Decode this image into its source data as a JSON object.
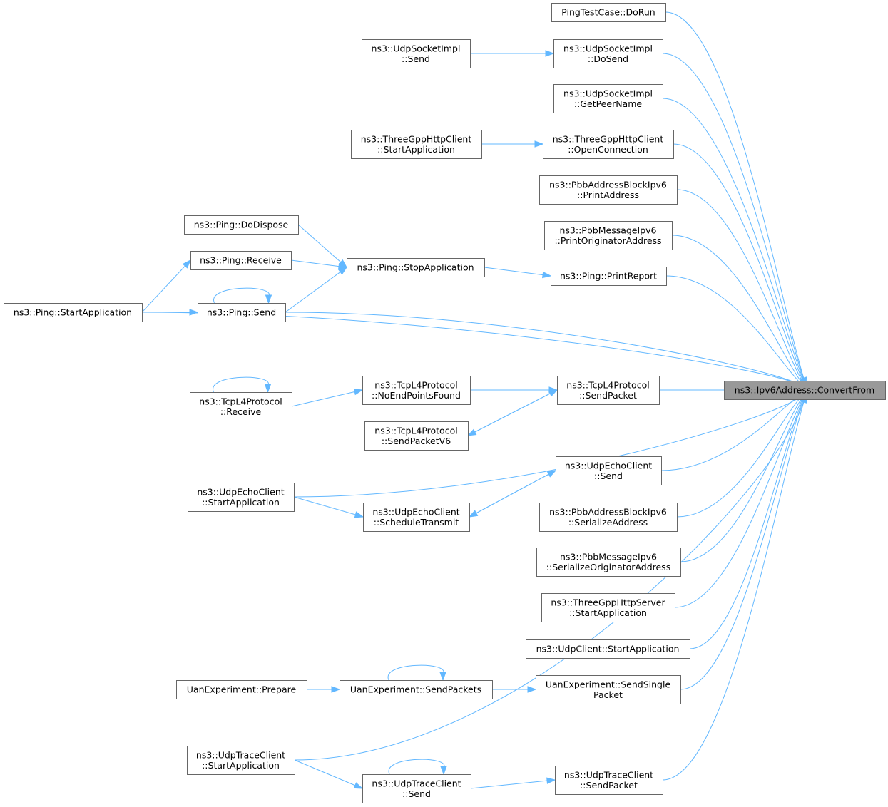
{
  "colors": {
    "edge": "#63b8ff",
    "node_border": "#666666",
    "target_fill": "#999999",
    "node_fill": "#ffffff"
  },
  "nodes": {
    "convertfrom": [
      "ns3::Ipv6Address::ConvertFrom"
    ],
    "pingtest_dorun": [
      "PingTestCase::DoRun"
    ],
    "udpsock_send": [
      "ns3::UdpSocketImpl",
      "::Send"
    ],
    "udpsock_dosend": [
      "ns3::UdpSocketImpl",
      "::DoSend"
    ],
    "udpsock_getpeername": [
      "ns3::UdpSocketImpl",
      "::GetPeerName"
    ],
    "threegpp_client_start": [
      "ns3::ThreeGppHttpClient",
      "::StartApplication"
    ],
    "threegpp_client_open": [
      "ns3::ThreeGppHttpClient",
      "::OpenConnection"
    ],
    "pbb_block_print": [
      "ns3::PbbAddressBlockIpv6",
      "::PrintAddress"
    ],
    "pbb_msg_print": [
      "ns3::PbbMessageIpv6",
      "::PrintOriginatorAddress"
    ],
    "ping_dodispose": [
      "ns3::Ping::DoDispose"
    ],
    "ping_receive": [
      "ns3::Ping::Receive"
    ],
    "ping_stop": [
      "ns3::Ping::StopApplication"
    ],
    "ping_printreport": [
      "ns3::Ping::PrintReport"
    ],
    "ping_start": [
      "ns3::Ping::StartApplication"
    ],
    "ping_send": [
      "ns3::Ping::Send"
    ],
    "tcp_receive": [
      "ns3::TcpL4Protocol",
      "::Receive"
    ],
    "tcp_noendpoints": [
      "ns3::TcpL4Protocol",
      "::NoEndPointsFound"
    ],
    "tcp_sendpacket": [
      "ns3::TcpL4Protocol",
      "::SendPacket"
    ],
    "tcp_sendpacketv6": [
      "ns3::TcpL4Protocol",
      "::SendPacketV6"
    ],
    "udpecho_start": [
      "ns3::UdpEchoClient",
      "::StartApplication"
    ],
    "udpecho_send": [
      "ns3::UdpEchoClient",
      "::Send"
    ],
    "udpecho_schedule": [
      "ns3::UdpEchoClient",
      "::ScheduleTransmit"
    ],
    "pbb_block_serialize": [
      "ns3::PbbAddressBlockIpv6",
      "::SerializeAddress"
    ],
    "pbb_msg_serialize": [
      "ns3::PbbMessageIpv6",
      "::SerializeOriginatorAddress"
    ],
    "threegpp_server_start": [
      "ns3::ThreeGppHttpServer",
      "::StartApplication"
    ],
    "udpclient_start": [
      "ns3::UdpClient::StartApplication"
    ],
    "uan_prepare": [
      "UanExperiment::Prepare"
    ],
    "uan_sendpackets": [
      "UanExperiment::SendPackets"
    ],
    "uan_sendsingle": [
      "UanExperiment::SendSingle",
      "Packet"
    ],
    "udptrace_start": [
      "ns3::UdpTraceClient",
      "::StartApplication"
    ],
    "udptrace_send": [
      "ns3::UdpTraceClient",
      "::Send"
    ],
    "udptrace_sendpacket": [
      "ns3::UdpTraceClient",
      "::SendPacket"
    ]
  },
  "edges": [
    {
      "from": "pingtest_dorun",
      "to": "convertfrom"
    },
    {
      "from": "udpsock_send",
      "to": "udpsock_dosend"
    },
    {
      "from": "udpsock_dosend",
      "to": "convertfrom"
    },
    {
      "from": "udpsock_getpeername",
      "to": "convertfrom"
    },
    {
      "from": "threegpp_client_start",
      "to": "threegpp_client_open"
    },
    {
      "from": "threegpp_client_open",
      "to": "convertfrom"
    },
    {
      "from": "pbb_block_print",
      "to": "convertfrom"
    },
    {
      "from": "pbb_msg_print",
      "to": "convertfrom"
    },
    {
      "from": "ping_dodispose",
      "to": "ping_stop"
    },
    {
      "from": "ping_receive",
      "to": "ping_stop"
    },
    {
      "from": "ping_send",
      "to": "ping_stop"
    },
    {
      "from": "ping_stop",
      "to": "ping_printreport"
    },
    {
      "from": "ping_printreport",
      "to": "convertfrom"
    },
    {
      "from": "ping_start",
      "to": "ping_receive"
    },
    {
      "from": "ping_start",
      "to": "ping_send"
    },
    {
      "from": "ping_send",
      "to": "ping_send"
    },
    {
      "from": "ping_send",
      "to": "convertfrom"
    },
    {
      "from": "ping_start",
      "to": "convertfrom"
    },
    {
      "from": "tcp_receive",
      "to": "tcp_receive"
    },
    {
      "from": "tcp_receive",
      "to": "tcp_noendpoints"
    },
    {
      "from": "tcp_noendpoints",
      "to": "tcp_sendpacket"
    },
    {
      "from": "tcp_sendpacket",
      "to": "tcp_sendpacketv6"
    },
    {
      "from": "tcp_sendpacketv6",
      "to": "tcp_sendpacket"
    },
    {
      "from": "tcp_sendpacket",
      "to": "convertfrom"
    },
    {
      "from": "udpecho_start",
      "to": "convertfrom"
    },
    {
      "from": "udpecho_start",
      "to": "udpecho_schedule"
    },
    {
      "from": "udpecho_schedule",
      "to": "udpecho_send"
    },
    {
      "from": "udpecho_send",
      "to": "udpecho_schedule"
    },
    {
      "from": "udpecho_send",
      "to": "convertfrom"
    },
    {
      "from": "pbb_block_serialize",
      "to": "convertfrom"
    },
    {
      "from": "pbb_msg_serialize",
      "to": "convertfrom"
    },
    {
      "from": "threegpp_server_start",
      "to": "convertfrom"
    },
    {
      "from": "udpclient_start",
      "to": "convertfrom"
    },
    {
      "from": "uan_prepare",
      "to": "uan_sendpackets"
    },
    {
      "from": "uan_sendpackets",
      "to": "uan_sendpackets"
    },
    {
      "from": "uan_sendpackets",
      "to": "uan_sendsingle"
    },
    {
      "from": "uan_sendsingle",
      "to": "convertfrom"
    },
    {
      "from": "udptrace_start",
      "to": "convertfrom"
    },
    {
      "from": "udptrace_start",
      "to": "udptrace_send"
    },
    {
      "from": "udptrace_send",
      "to": "udptrace_send"
    },
    {
      "from": "udptrace_send",
      "to": "udptrace_sendpacket"
    },
    {
      "from": "udptrace_sendpacket",
      "to": "convertfrom"
    }
  ]
}
